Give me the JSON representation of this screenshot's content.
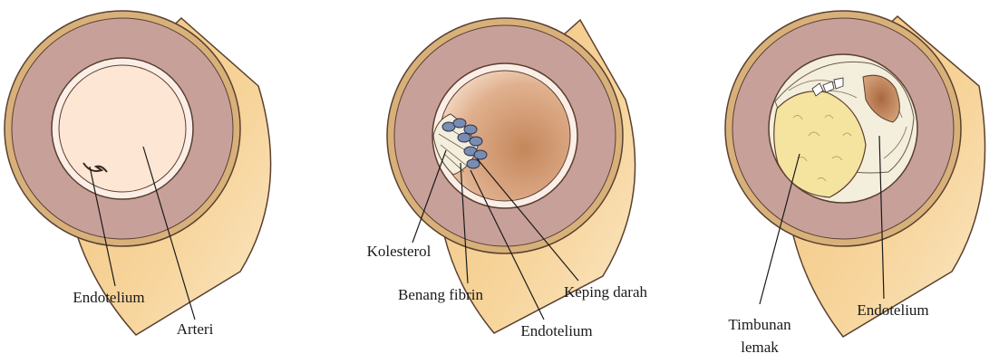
{
  "panels": [
    {
      "labels": {
        "endothelium": "Endotelium",
        "artery": "Arteri"
      }
    },
    {
      "labels": {
        "cholesterol": "Kolesterol",
        "fibrin": "Benang fibrin",
        "platelet": "Keping darah",
        "endothelium": "Endotelium"
      }
    },
    {
      "labels": {
        "fat_line1": "Timbunan",
        "fat_line2": "lemak",
        "endothelium": "Endotelium"
      }
    }
  ],
  "colors": {
    "outer_wall": "#d8b07a",
    "muscle_layer": "#c8a09a",
    "lumen": "#fde6d3",
    "cylinder_body": "#f5cc8a",
    "fat_deposit": "#f5e3a0",
    "platelet": "#7a8cb0",
    "narrowed_lumen": "#b97c55"
  }
}
